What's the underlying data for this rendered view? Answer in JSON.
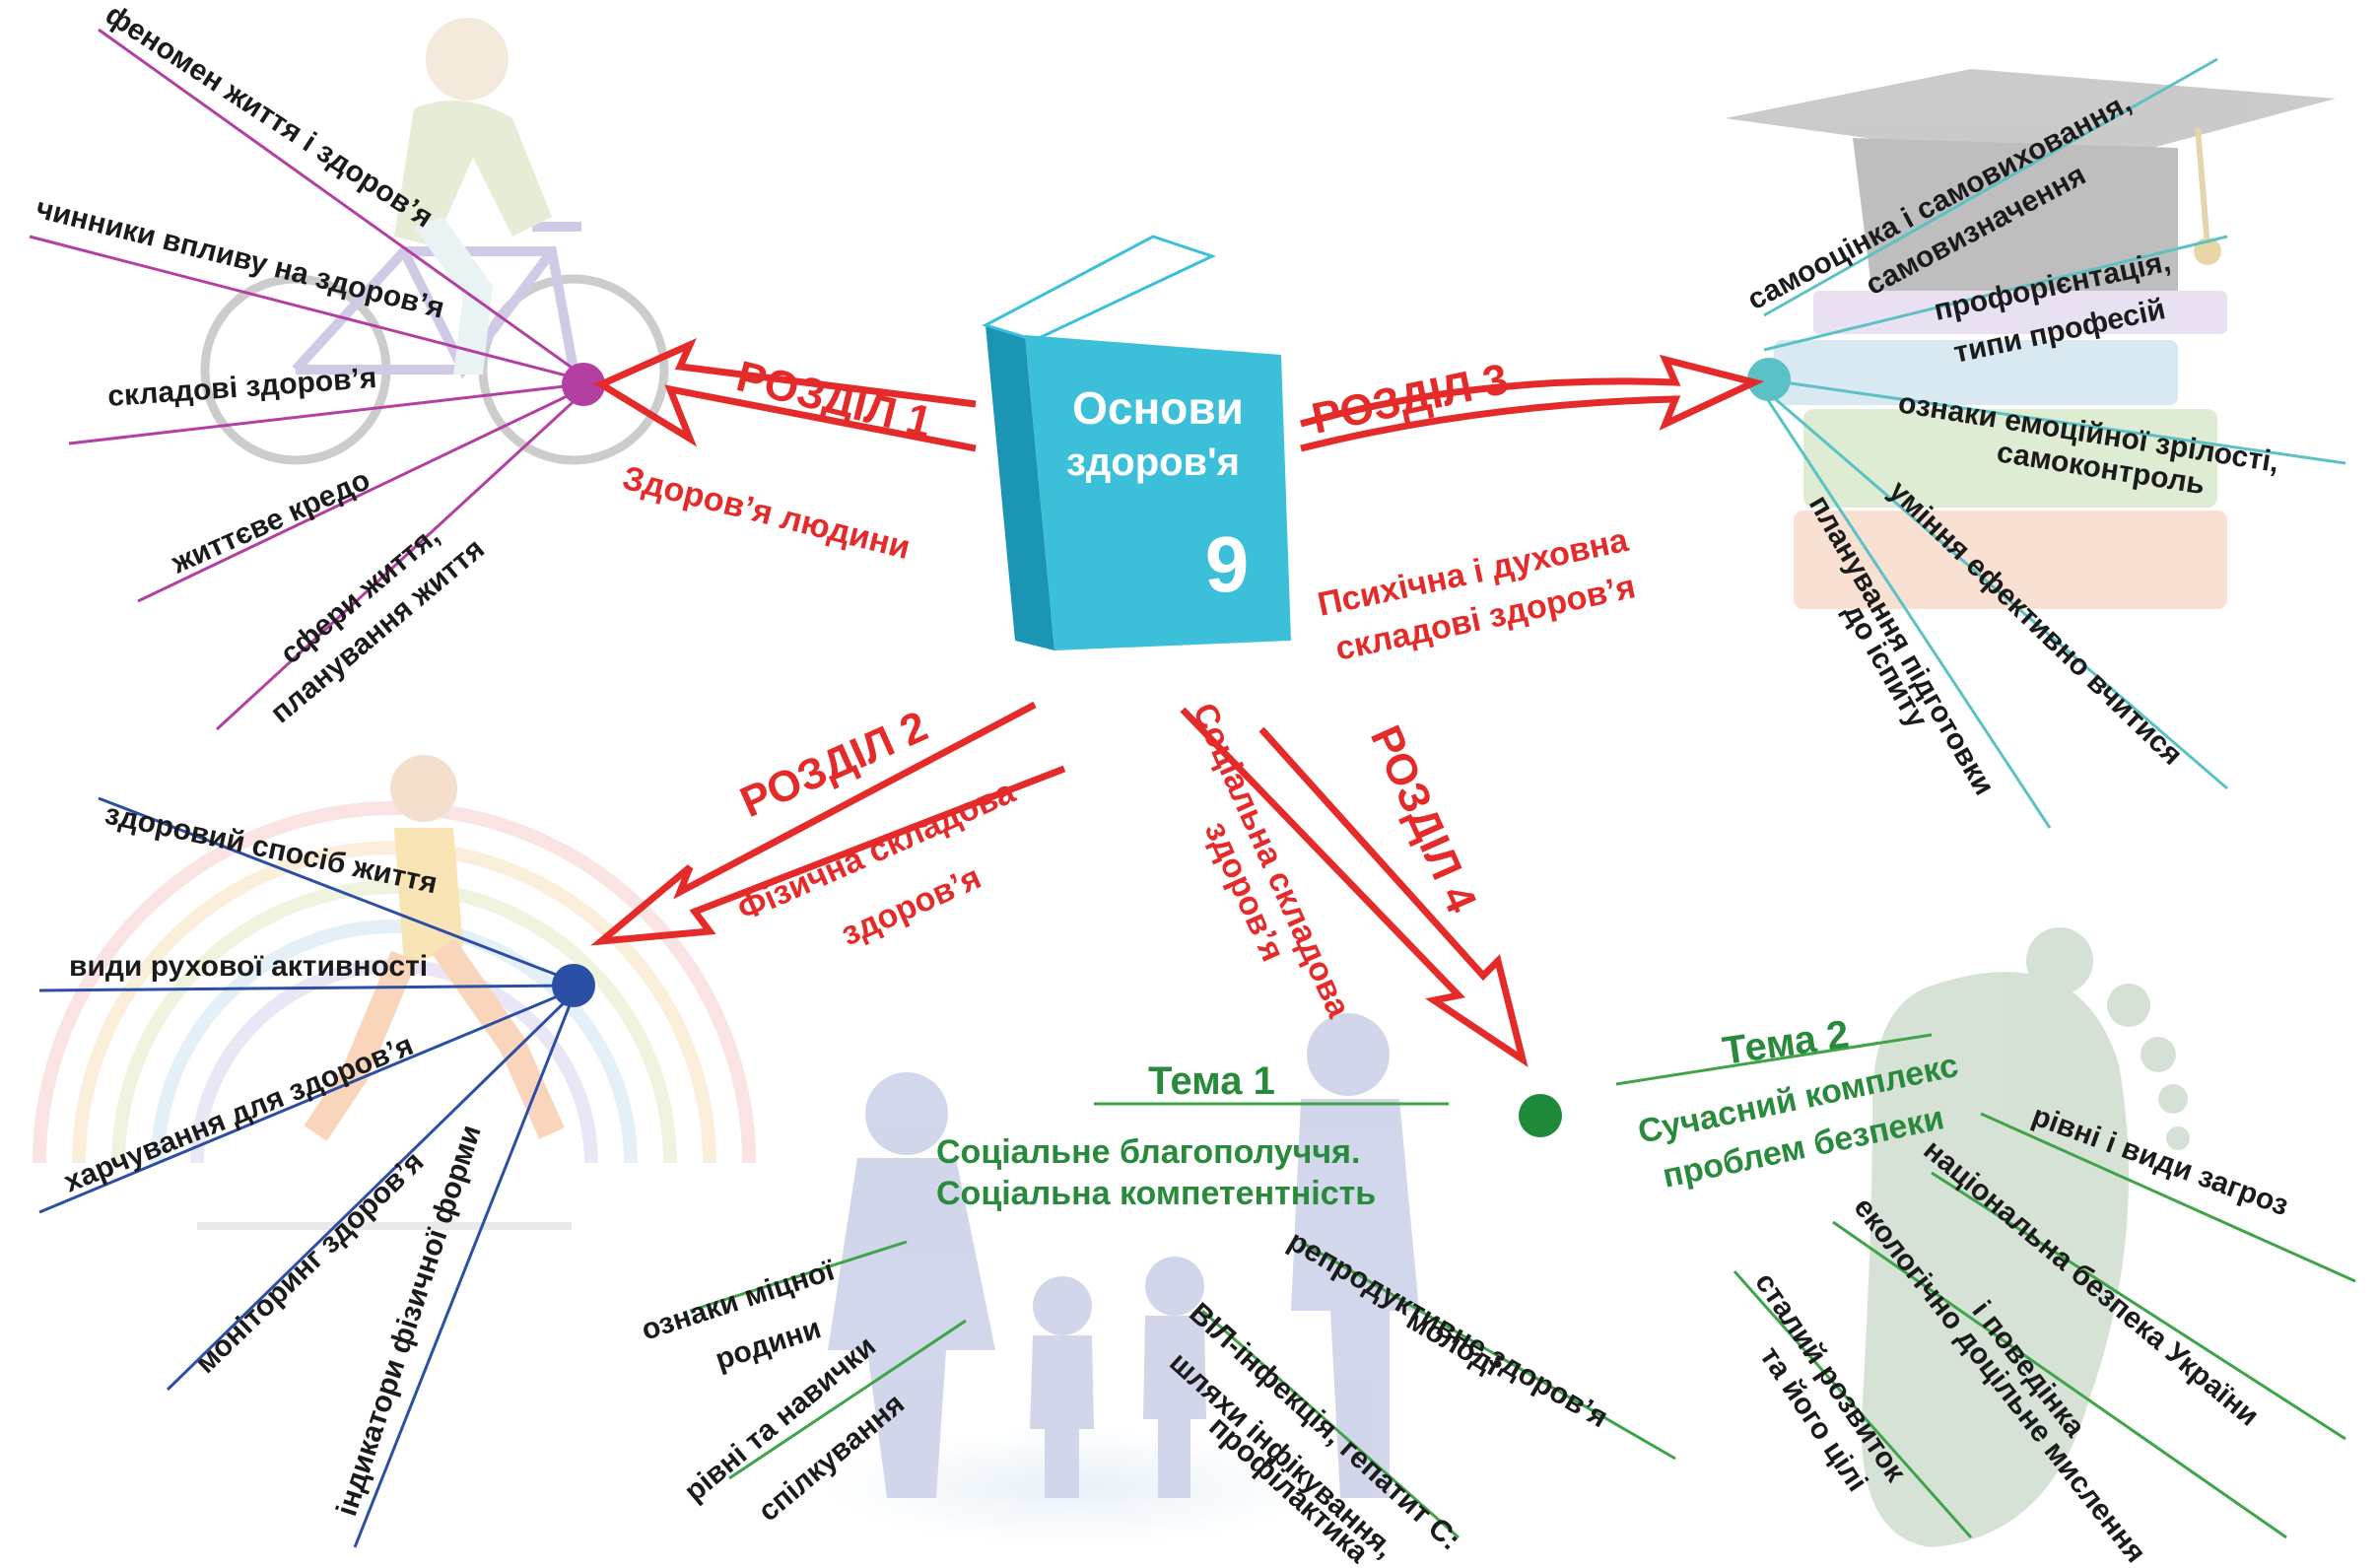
{
  "book": {
    "title_line1": "Основи",
    "title_line2": "здоров'я",
    "grade": "9"
  },
  "sections": [
    {
      "header": "РОЗДІЛ 1",
      "subtitle_line1": "Здоров’я людини",
      "subtitle_line2": "",
      "color": "#b43fa2",
      "items": [
        "феномен життя і здоров’я",
        "чинники впливу на здоров’я",
        "складові здоров’я",
        "життєве кредо",
        "сфери життя,",
        "планування життя"
      ]
    },
    {
      "header": "РОЗДІЛ 2",
      "subtitle_line1": "Фізична складова",
      "subtitle_line2": "здоров’я",
      "color": "#2c4fa6",
      "items": [
        "здоровий спосіб життя",
        "види рухової активності",
        "харчування для здоров’я",
        "моніторинг здоров’я",
        "індикатори фізичної форми"
      ]
    },
    {
      "header": "РОЗДІЛ 3",
      "subtitle_line1": "Психічна і духовна",
      "subtitle_line2": "складові здоров’я",
      "color": "#5cc1c4",
      "items": [
        "самооцінка і самовиховання,",
        "самовизначення",
        "профорієнтація,",
        "типи професій",
        "ознаки емоційної зрілості,",
        "самоконтроль",
        "уміння ефективно вчитися",
        "планування підготовки",
        "до іспиту"
      ]
    },
    {
      "header": "РОЗДІЛ 4",
      "subtitle_line1": "Соціальна складова",
      "subtitle_line2": "здоров’я",
      "color": "#1e8a3a",
      "topics": [
        {
          "header": "Тема 1",
          "title_line1": "Соціальне благополуччя.",
          "title_line2": "Соціальна компетентність",
          "items": [
            "ознаки міцної",
            "родини",
            "рівні та навички",
            "спілкування",
            "репродуктивне здоров’я",
            "молоді",
            "ВІЛ-інфекція, гепатит С:",
            "шляхи інфікування,",
            "профілактика"
          ]
        },
        {
          "header": "Тема 2",
          "title_line1": "Сучасний комплекс",
          "title_line2": "проблем безпеки",
          "items": [
            "рівні і види загроз",
            "національна безпека України",
            "екологічно доцільне мислення",
            "і поведінка",
            "сталий розвиток",
            "та його цілі"
          ]
        }
      ]
    }
  ],
  "colors": {
    "accent_red": "#e52a2a",
    "book_cyan": "#3cbfd9",
    "book_dark": "#1a96b4"
  }
}
